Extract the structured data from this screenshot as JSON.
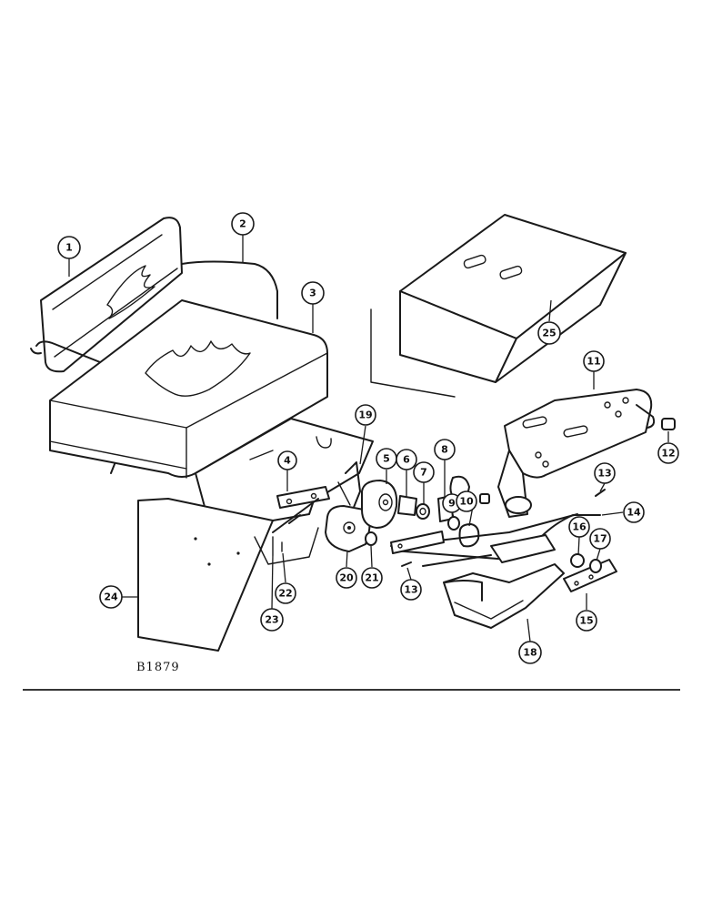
{
  "figure_code": "B1879",
  "callouts": [
    {
      "id": "c1",
      "label": "1"
    },
    {
      "id": "c2",
      "label": "2"
    },
    {
      "id": "c3",
      "label": "3"
    },
    {
      "id": "c4",
      "label": "4"
    },
    {
      "id": "c5",
      "label": "5"
    },
    {
      "id": "c6",
      "label": "6"
    },
    {
      "id": "c7",
      "label": "7"
    },
    {
      "id": "c8",
      "label": "8"
    },
    {
      "id": "c9",
      "label": "9"
    },
    {
      "id": "c10",
      "label": "10"
    },
    {
      "id": "c11",
      "label": "11"
    },
    {
      "id": "c12",
      "label": "12"
    },
    {
      "id": "c13a",
      "label": "13"
    },
    {
      "id": "c13b",
      "label": "13"
    },
    {
      "id": "c14",
      "label": "14"
    },
    {
      "id": "c15",
      "label": "15"
    },
    {
      "id": "c16",
      "label": "16"
    },
    {
      "id": "c17",
      "label": "17"
    },
    {
      "id": "c18",
      "label": "18"
    },
    {
      "id": "c19",
      "label": "19"
    },
    {
      "id": "c20",
      "label": "20"
    },
    {
      "id": "c21",
      "label": "21"
    },
    {
      "id": "c22",
      "label": "22"
    },
    {
      "id": "c23",
      "label": "23"
    },
    {
      "id": "c24",
      "label": "24"
    },
    {
      "id": "c25",
      "label": "25"
    }
  ]
}
